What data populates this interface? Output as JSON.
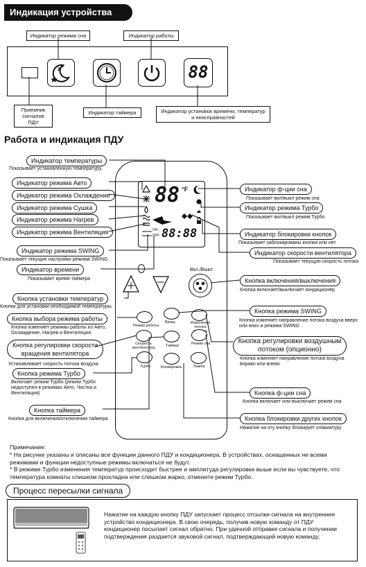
{
  "sec1": {
    "title": "Индикация устройства",
    "labels": {
      "sleep": "Индикатор режима сна",
      "work": "Индикатор работы",
      "receiver": "Приемник сигналов ПДУ",
      "timer": "Индикатор таймера",
      "settings": "Индикатор установок времени, температур и неисправностей"
    },
    "display_digits": "88"
  },
  "sec2": {
    "title": "Работа и индикация ПДУ",
    "left": [
      {
        "label": "Индикатор температуры",
        "desc": "Показывает установленную температуру."
      },
      {
        "label": "Индикатор режима Авто",
        "desc": ""
      },
      {
        "label": "Индикатор режима Охлаждение",
        "desc": ""
      },
      {
        "label": "Индикатор режима Сушка",
        "desc": ""
      },
      {
        "label": "Индикатор режима Нагрев",
        "desc": ""
      },
      {
        "label": "Индикатор режима Вентиляция",
        "desc": ""
      },
      {
        "label": "Индикатор режима SWING",
        "desc": "Показывает текущие настройки режима SWING."
      },
      {
        "label": "Индикатор времени",
        "desc": "Показывает время таймера"
      },
      {
        "label": "Кнопка установки температур",
        "desc": "Кнопки для установки необходимой температуры."
      },
      {
        "label": "Кнопка выбора режима работы",
        "desc": "Кнопка изменяет режимы работы из Авто, Охлаждение, Нагрев и Вентиляция"
      },
      {
        "label": "Кнопка регулировки скорости вращения вентилятора",
        "desc": "Устанавливает скорость потока воздуха"
      },
      {
        "label": "Кнопка режима Турбо",
        "desc": "Включает режим Турбо (режим Турбо недоступен в режимах Авто, Чистка и Вентиляция)"
      },
      {
        "label": "Кнопка таймера",
        "desc": "Кнопка для включения/отключения таймера"
      }
    ],
    "right": [
      {
        "label": "Индикатор ф-ции сна",
        "desc": "Показывает вкл/выкл режим сна"
      },
      {
        "label": "Индикатор режима Турбо",
        "desc": "Показывает вкл/выкл режим Турбо"
      },
      {
        "label": "Индикатор блокировки кнопок",
        "desc": "Показывает заблокированы кнопки или нет"
      },
      {
        "label": "Индикатор скорости вентилятора",
        "desc": "Показывает текущую скорость потока"
      },
      {
        "label": "Кнопка включения/выключения",
        "desc": "Кнопка включает/выключает кондиционер"
      },
      {
        "label": "Кнопка режима SWING",
        "desc": "Кнопка изменяет направление потока воздуха вверх или вниз и режима SWING"
      },
      {
        "label": "Кнопка регулировки воздушным потоком (опционно)",
        "desc": "Кнопка изменяет направление потока воздуха вправо или влево"
      },
      {
        "label": "Кнопка ф-ции сна",
        "desc": "Кнопка включает или выключает режим сна"
      },
      {
        "label": "Кнопка блокировки других кнопок",
        "desc": "Нажатие на эту кнопку блокирует клавиатуру"
      }
    ],
    "remote": {
      "temp_digits": "88",
      "temp_unit": "°F",
      "time_digits": "88:88",
      "on_label": "ON",
      "off_label": "OFF",
      "power_label": "Вкл./Выкл",
      "buttons": [
        "Режим работы",
        "Вращ.",
        "Изменение потока воздуха",
        "Скорость вентилятора",
        "Таймер",
        "Режим сна",
        "Турбо",
        "Блокировка",
        "Лампа"
      ]
    },
    "note_title": "Примечание:",
    "notes": [
      "* На рисунке указаны и описаны все функции данного ПДУ и кондиционера. В устройствах, оснащенных не всеми режимами и функции недоступные режимы включаться не будут.",
      "* В режиме Турбо изменения температур происходит быстрее и амплитуда регулировки выше если вы чувствуете, что температура комнаты слишком прохладна или слишком жарко, отмените режим Турбо."
    ]
  },
  "sec3": {
    "title": "Процесс пересылки сигнала",
    "text": "Нажатие на каждую кнопку ПДУ запускает процесс отсылки сигнала на внутреннее устройство кондиционера. В свою очередь, получив новую команду от ПДУ кондиционер посылает сигнал обратно. При удачной отправке сигнала и получении подтверждения раздается звуковой сигнал, подтверждающий новую команду."
  }
}
